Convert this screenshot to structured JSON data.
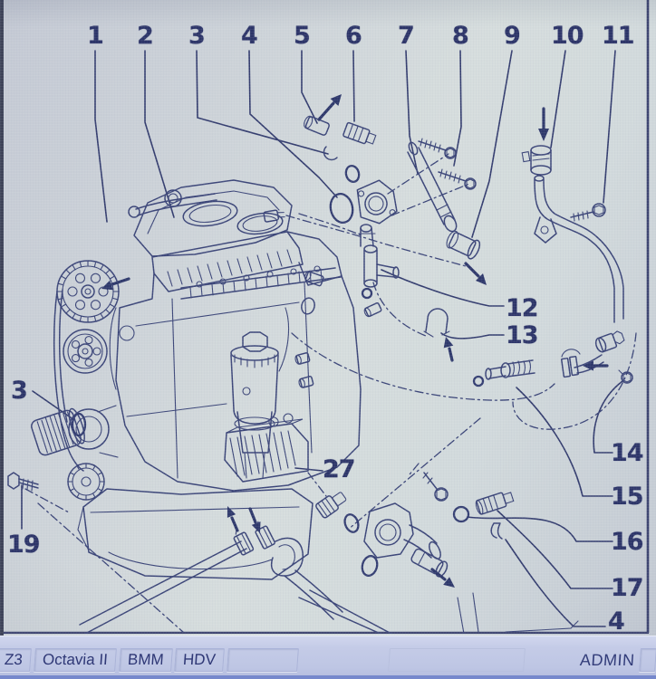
{
  "colors": {
    "background": "#cfd6da",
    "line_art": "#3b4578",
    "callout_text": "#2c3468",
    "statusbar_bg": "#c4cbe7",
    "statusbar_text": "#333d7a",
    "frame": "#39406d"
  },
  "callouts": {
    "t1": {
      "label": "1"
    },
    "t2": {
      "label": "2"
    },
    "t3": {
      "label": "3"
    },
    "t4": {
      "label": "4"
    },
    "t5": {
      "label": "5"
    },
    "t6": {
      "label": "6"
    },
    "t7": {
      "label": "7"
    },
    "t8": {
      "label": "8"
    },
    "t9": {
      "label": "9"
    },
    "t10": {
      "label": "10"
    },
    "t11": {
      "label": "11"
    },
    "left3": {
      "label": "3"
    },
    "left19": {
      "label": "19"
    },
    "mid27": {
      "label": "27"
    },
    "r12": {
      "label": "12"
    },
    "r13": {
      "label": "13"
    },
    "r14": {
      "label": "14"
    },
    "r15": {
      "label": "15"
    },
    "r16": {
      "label": "16"
    },
    "r17": {
      "label": "17"
    },
    "b4": {
      "label": "4"
    }
  },
  "statusbar": {
    "tabs": [
      {
        "label": "Z3"
      },
      {
        "label": "Octavia II"
      },
      {
        "label": "BMM"
      },
      {
        "label": "HDV"
      }
    ],
    "user": "ADMIN"
  }
}
